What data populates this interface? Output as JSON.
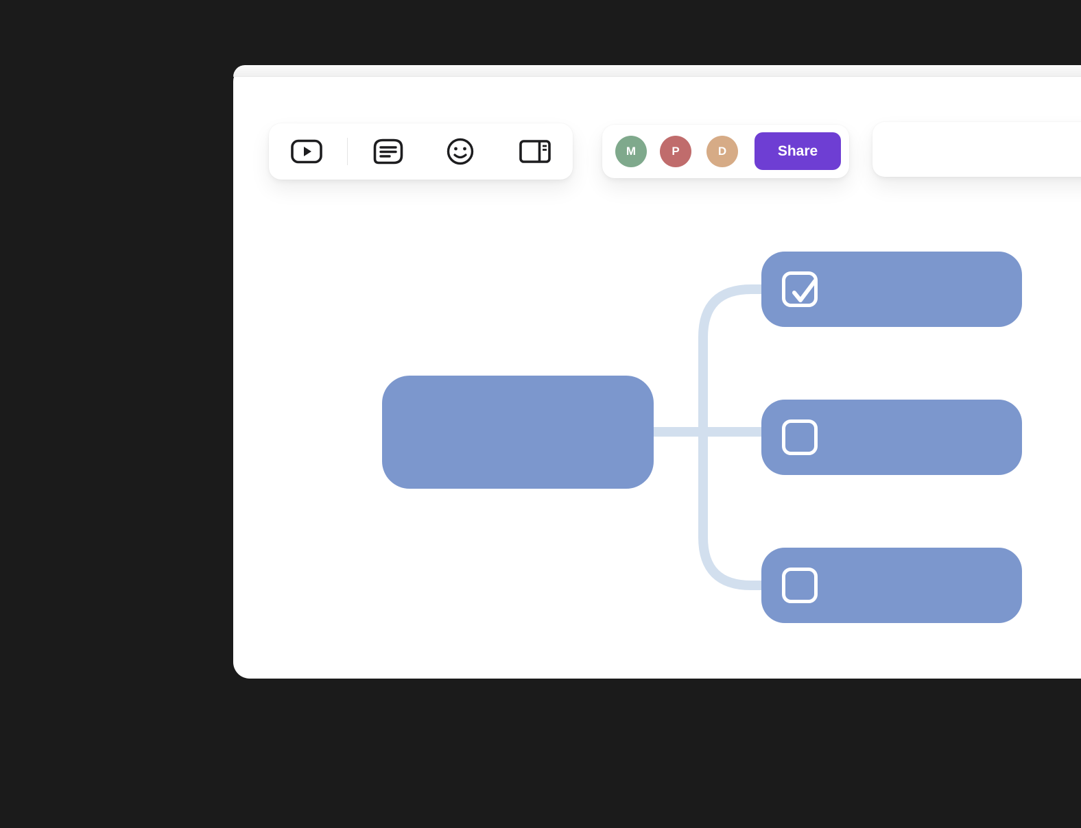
{
  "window": {
    "background": "#1b1b1b",
    "surface": "#ffffff"
  },
  "toolbar_left": {
    "icons": [
      {
        "name": "video-icon"
      },
      {
        "name": "text-note-icon"
      },
      {
        "name": "emoji-icon"
      },
      {
        "name": "layout-sidebar-icon"
      }
    ]
  },
  "toolbar_collab": {
    "avatars": [
      {
        "initial": "M",
        "color": "#7fa98c"
      },
      {
        "initial": "P",
        "color": "#c06c6c"
      },
      {
        "initial": "D",
        "color": "#d6ab86"
      }
    ],
    "share_label": "Share",
    "share_color": "#6e3ed3"
  },
  "mindmap": {
    "node_color": "#7c97cd",
    "connector_color": "#d2dfee",
    "root": {
      "label": ""
    },
    "children": [
      {
        "label": "",
        "checked": true
      },
      {
        "label": "",
        "checked": false
      },
      {
        "label": "",
        "checked": false
      }
    ]
  }
}
